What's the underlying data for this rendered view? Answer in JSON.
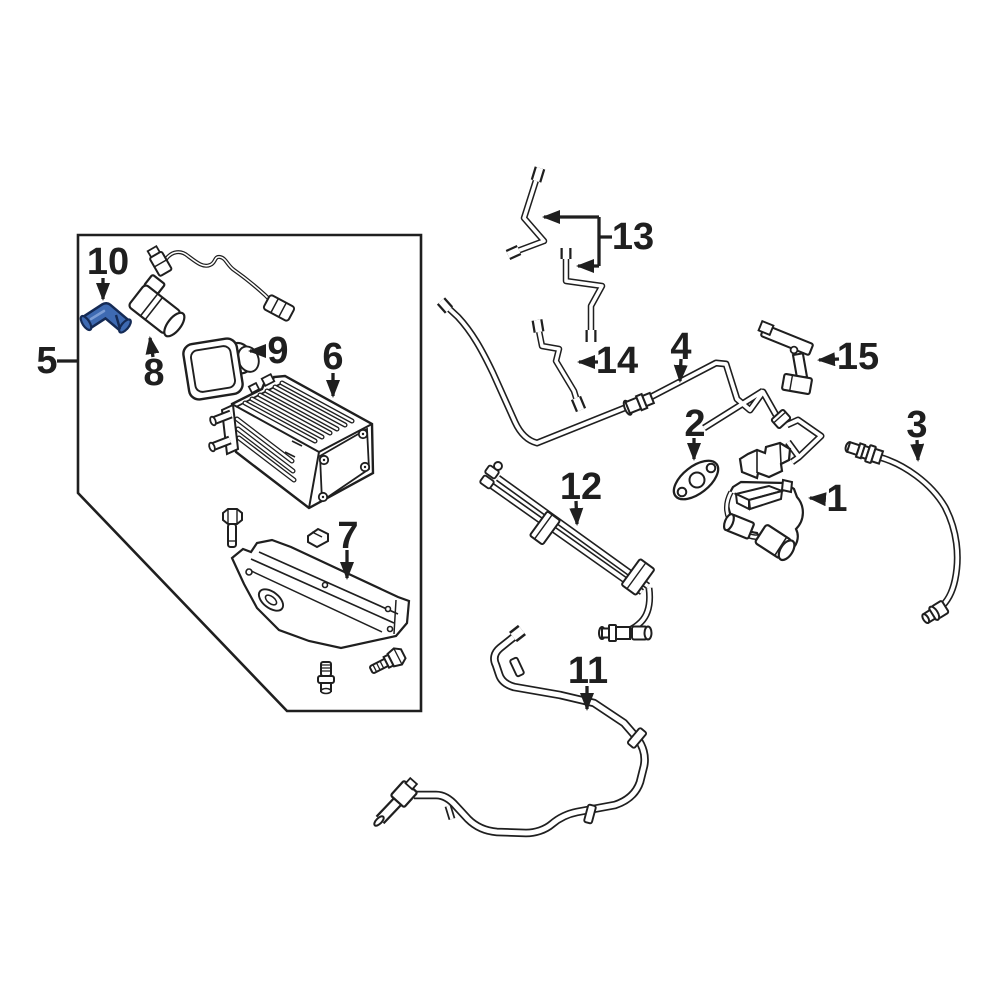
{
  "diagram": {
    "background_color": "#ffffff",
    "line_color": "#1f1f1f",
    "highlight_fill": "#3e6ab2",
    "highlight_sheen": "#7b9cd4",
    "highlight_stroke": "#142a55",
    "highlighted_part_label": "10",
    "callouts": [
      {
        "label": "1"
      },
      {
        "label": "2"
      },
      {
        "label": "3"
      },
      {
        "label": "4"
      },
      {
        "label": "5"
      },
      {
        "label": "6"
      },
      {
        "label": "7"
      },
      {
        "label": "8"
      },
      {
        "label": "9"
      },
      {
        "label": "10"
      },
      {
        "label": "11"
      },
      {
        "label": "12"
      },
      {
        "label": "13"
      },
      {
        "label": "14"
      },
      {
        "label": "15"
      }
    ]
  }
}
